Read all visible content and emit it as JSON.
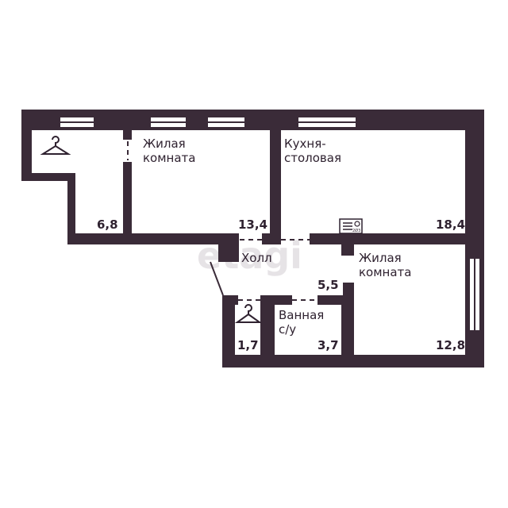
{
  "watermark": "etagi",
  "colors": {
    "wall": "#3a2b38",
    "background": "#ffffff"
  },
  "rooms": {
    "wardrobe_large": {
      "area": "6,8",
      "icon": "hanger-icon"
    },
    "living_room_1": {
      "name_line1": "Жилая",
      "name_line2": "комната",
      "area": "13,4"
    },
    "kitchen": {
      "name_line1": "Кухня-",
      "name_line2": "столовая",
      "area": "18,4",
      "icon": "stove-icon",
      "stove_marking": "2Ø3"
    },
    "hall": {
      "name": "Холл",
      "area": "5,5"
    },
    "living_room_2": {
      "name_line1": "Жилая",
      "name_line2": "комната",
      "area": "12,8"
    },
    "wardrobe_small": {
      "area": "1,7",
      "icon": "hanger-icon"
    },
    "bathroom": {
      "name_line1": "Ванная",
      "name_line2": "с/у",
      "area": "3,7"
    }
  }
}
